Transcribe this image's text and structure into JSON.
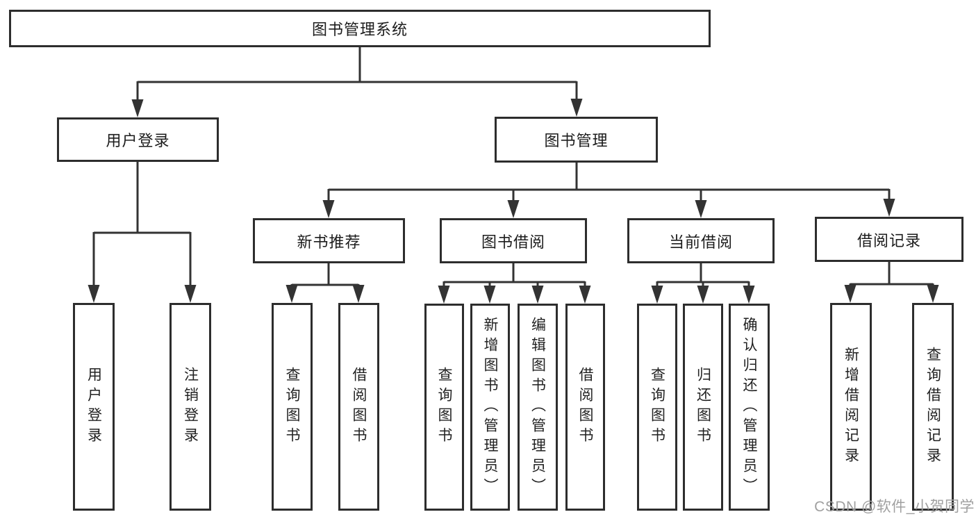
{
  "title": "图书管理系统",
  "watermark": "CSDN @软件_小贺同学",
  "colors": {
    "line": "#333333",
    "border": "#2d2d2d",
    "text": "#1c1c1c",
    "background": "#ffffff",
    "watermark": "#a0a0a0"
  },
  "nodes": {
    "level2": [
      {
        "label": "用户登录"
      },
      {
        "label": "图书管理"
      }
    ],
    "level3": [
      {
        "label": "新书推荐"
      },
      {
        "label": "图书借阅"
      },
      {
        "label": "当前借阅"
      },
      {
        "label": "借阅记录"
      }
    ],
    "leaves": {
      "user_login": [
        "用户登录",
        "注销登录"
      ],
      "new_book": [
        "查询图书",
        "借阅图书"
      ],
      "book_borrow": [
        "查询图书",
        "新增图书（管理员）",
        "编辑图书（管理员）",
        "借阅图书"
      ],
      "current_borrow": [
        "查询图书",
        "归还图书",
        "确认归还（管理员）"
      ],
      "borrow_record": [
        "新增借阅记录",
        "查询借阅记录"
      ]
    }
  }
}
